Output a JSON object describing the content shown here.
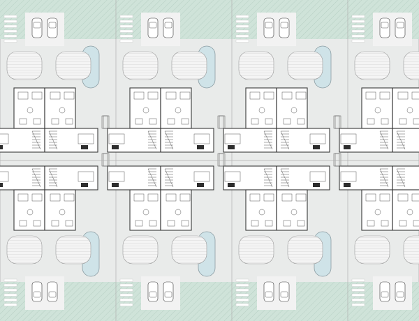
{
  "diagram": {
    "kind": "site-plan",
    "style": "architectural floor plan, monochrome linework with pale green landscaping and light blue pools",
    "colors": {
      "landscape": "#cfe3d9",
      "pool": "#cfe3e8",
      "ground": "#e9ebea",
      "linework": "#3a3a3a"
    },
    "counts": {
      "blocks": 4,
      "rows": 2,
      "units_per_row_per_block": 1,
      "cars_per_parking_pair": 2
    },
    "elements": [
      "landscape-strip",
      "crosswalk-stripes",
      "parked-car",
      "pool",
      "paved-terrace",
      "house-unit",
      "staircase",
      "bedroom",
      "bathroom",
      "kitchen-island"
    ]
  }
}
